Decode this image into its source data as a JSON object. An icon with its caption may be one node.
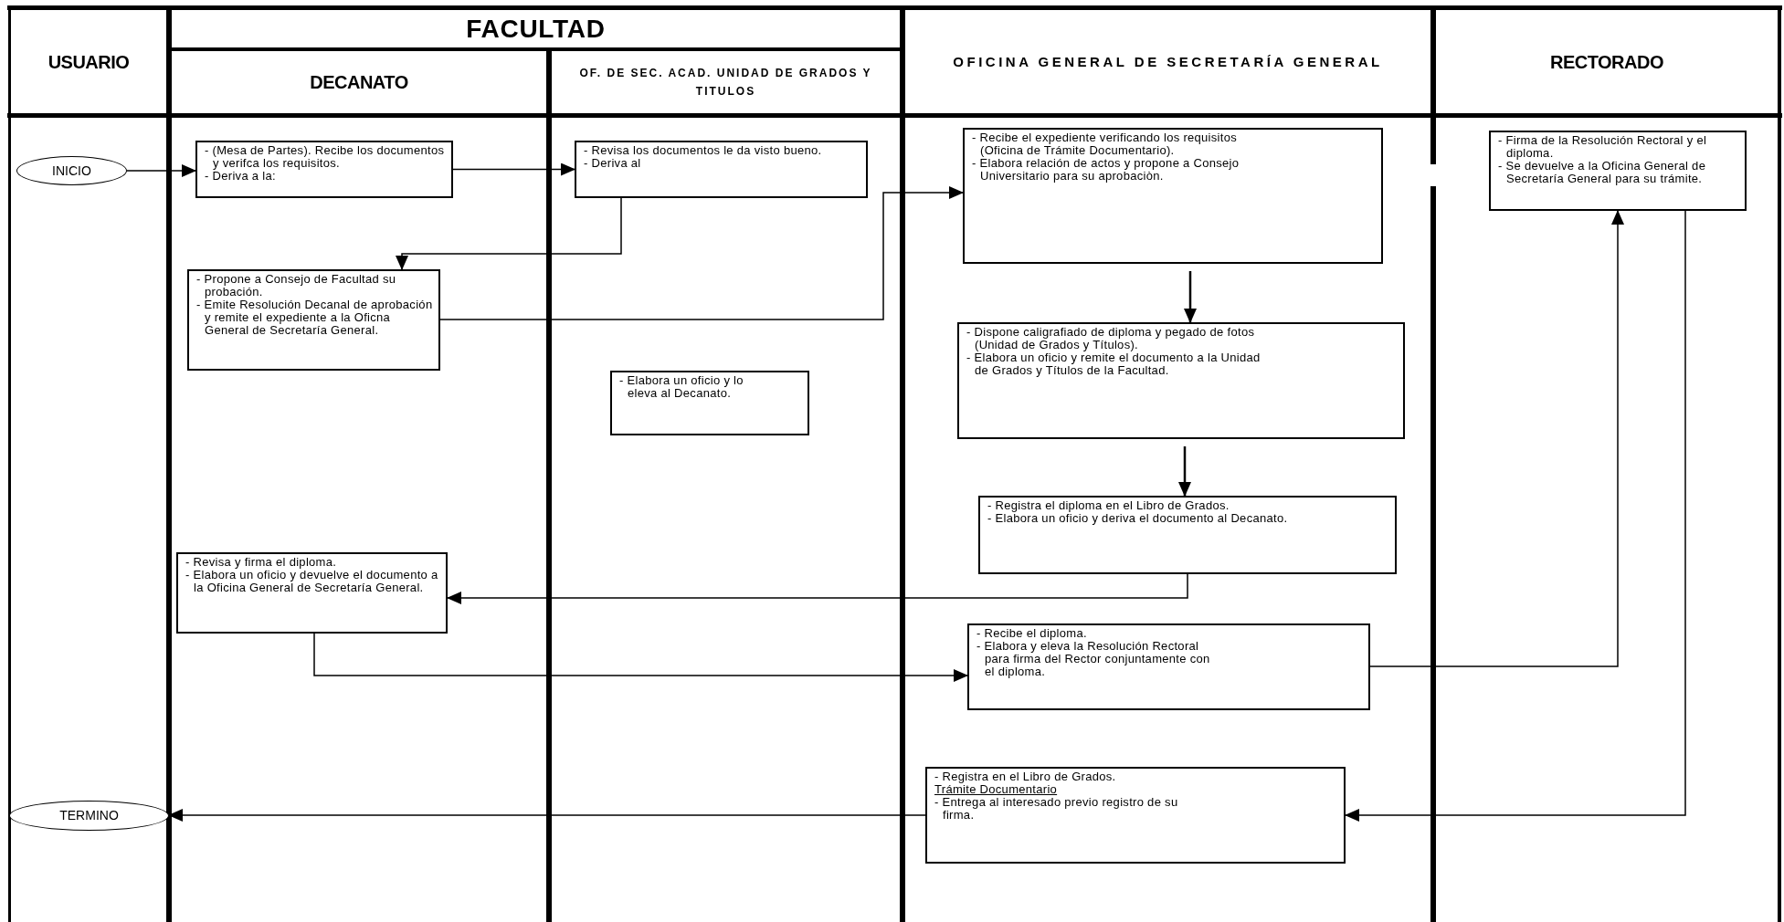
{
  "diagram": {
    "nodes": [
      {
        "text": [
          "INICIO"
        ]
      },
      {
        "text": [
          "- (Mesa de Partes). Recibe los documentos y verifca los requisitos.",
          "- Deriva a la:"
        ]
      },
      {
        "text": [
          "- Revisa los documentos le da visto bueno.",
          "- Deriva al"
        ]
      },
      {
        "text": [
          "- Propone a Consejo de Facultad su probación.",
          "- Emite Resolución Decanal de aprobación y remite el expediente a la Oficna General de Secretaría General."
        ]
      },
      {
        "text": [
          "- Elabora un oficio y lo eleva al Decanato."
        ]
      },
      {
        "text": [
          "- Revisa y firma el diploma.",
          "- Elabora un oficio y devuelve el documento a la Oficina General de Secretaría General."
        ]
      },
      {
        "text": [
          "TERMINO"
        ]
      },
      {
        "text": [
          "- Recibe el expediente verificando los requisitos (Oficina de Trámite Documentario).",
          "- Elabora relación de actos y propone a Consejo Universitario para su aprobaciòn."
        ]
      },
      {
        "text": [
          "- Dispone caligrafiado de diploma y pegado de fotos (Unidad de Grados y Títulos).",
          "- Elabora un oficio y remite el documento a la Unidad de Grados y Títulos de la Facultad."
        ]
      },
      {
        "text": [
          "- Registra el diploma en el Libro de Grados.",
          "- Elabora un oficio y deriva el documento al Decanato."
        ]
      },
      {
        "text": [
          "- Recibe el diploma.",
          "- Elabora y eleva la Resolución Rectoral para firma del Rector conjuntamente con el diploma."
        ]
      },
      {
        "text": [
          "- Registra en el Libro de Grados.",
          "Trámite Documentario",
          "- Entrega al interesado previo registro de su firma."
        ]
      },
      {
        "text": [
          "- Firma de la Resolución Rectoral y el diploma.",
          "- Se devuelve a la Oficina General de Secretaría General para su trámite."
        ]
      }
    ],
    "edges": [
      {
        "from": 0,
        "to": 1,
        "arrow": "to"
      },
      {
        "from": 1,
        "to": 2,
        "arrow": "to"
      },
      {
        "from": 2,
        "to": 3,
        "arrow": "to"
      },
      {
        "from": 3,
        "to": 7,
        "arrow": "to"
      },
      {
        "from": 7,
        "to": 8,
        "arrow": "to"
      },
      {
        "from": 8,
        "to": 9,
        "arrow": "to"
      },
      {
        "from": 9,
        "to": 5,
        "arrow": "to"
      },
      {
        "from": 5,
        "to": 10,
        "arrow": "to"
      },
      {
        "from": 10,
        "to": 12,
        "arrow": "to"
      },
      {
        "from": 12,
        "to": 11,
        "arrow": "to"
      },
      {
        "from": 11,
        "to": 6,
        "arrow": "to"
      }
    ],
    "labels": [
      "USUARIO",
      "FACULTAD",
      "DECANATO",
      "OF. DE SEC. ACAD. UNIDAD DE GRADOS Y TITULOS",
      "OFICINA GENERAL DE SECRETARÍA GENERAL",
      "RECTORADO"
    ]
  }
}
